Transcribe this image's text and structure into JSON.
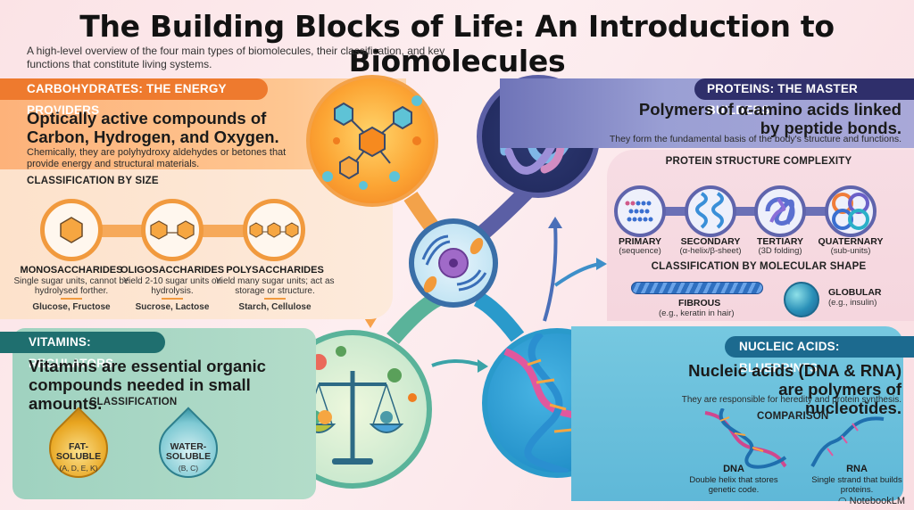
{
  "header": {
    "title": "The Building Blocks of Life: An Introduction to Biomolecules",
    "subtitle": "A high-level overview of the four main types of biomolecules, their classification, and key functions that constitute living systems."
  },
  "colors": {
    "carbohydrates": "#ee7a2e",
    "proteins": "#2f2f6b",
    "vitamins": "#1f6f6f",
    "nucleic_acids": "#1c6a8f"
  },
  "carbohydrates": {
    "banner": "CARBOHYDRATES: THE ENERGY PROVIDERS",
    "headline": "Optically active compounds of Carbon, Hydrogen, and Oxygen.",
    "body": "Chemically, they are polyhydroxy aldehydes or betones that provide energy and structural materials.",
    "classification_title": "CLASSIFICATION BY SIZE",
    "classes": [
      {
        "name": "MONOSACCHARIDES",
        "description": "Single sugar units, cannot be hydrolysed forther.",
        "examples": "Glucose, Fructose",
        "icon": "single-hexagon-ring-icon"
      },
      {
        "name": "OLIGOSACCHARIDES",
        "description": "Yield 2-10 sugar units on hydrolysis.",
        "examples": "Sucrose, Lactose",
        "icon": "double-hexagon-ring-icon"
      },
      {
        "name": "POLYSACCHARIDES",
        "description": "Yield many sugar units; act as storage or structure.",
        "examples": "Starch, Cellulose",
        "icon": "chain-hexagon-ring-icon"
      }
    ]
  },
  "proteins": {
    "banner": "PROTEINS: THE MASTER BUILDERS",
    "headline": "Polymers of α-amino acids linked by peptide bonds.",
    "body": "They form the fundamental basis of the body's structure and functions.",
    "structure_title": "PROTEIN STRUCTURE COMPLEXITY",
    "structures": [
      {
        "name": "PRIMARY",
        "sub": "(sequence)"
      },
      {
        "name": "SECONDARY",
        "sub": "(α-helix/β-sheet)"
      },
      {
        "name": "TERTIARY",
        "sub": "(3D folding)"
      },
      {
        "name": "QUATERNARY",
        "sub": "(sub-units)"
      }
    ],
    "shape_title": "CLASSIFICATION BY MOLECULAR SHAPE",
    "shapes": [
      {
        "name": "FIBROUS",
        "sub": "(e.g., keratin in hair)"
      },
      {
        "name": "GLOBULAR",
        "sub": "(e.g., insulin)"
      }
    ]
  },
  "vitamins": {
    "banner": "VITAMINS: REGULATORS",
    "headline": "Vitamins are essential organic compounds needed in small amounts.",
    "classification_title": "CLASSIFICATION",
    "types": [
      {
        "name_line1": "FAT-",
        "name_line2": "SOLUBLE",
        "sub": "(A, D, E, K)"
      },
      {
        "name_line1": "WATER-",
        "name_line2": "SOLUBLE",
        "sub": "(B, C)"
      }
    ]
  },
  "nucleic_acids": {
    "banner": "NUCLEIC ACIDS: BLUEPRINTS",
    "headline": "Nucleic acids (DNA & RNA) are polymers of nucleotides.",
    "body": "They are responsible for heredity and protein synthesis.",
    "comparison_title": "COMPARISON",
    "items": [
      {
        "name": "DNA",
        "description": "Double helix that stores genetic code."
      },
      {
        "name": "RNA",
        "description": "Single strand that builds proteins."
      }
    ]
  },
  "footer": {
    "brand": "NotebookLM"
  }
}
